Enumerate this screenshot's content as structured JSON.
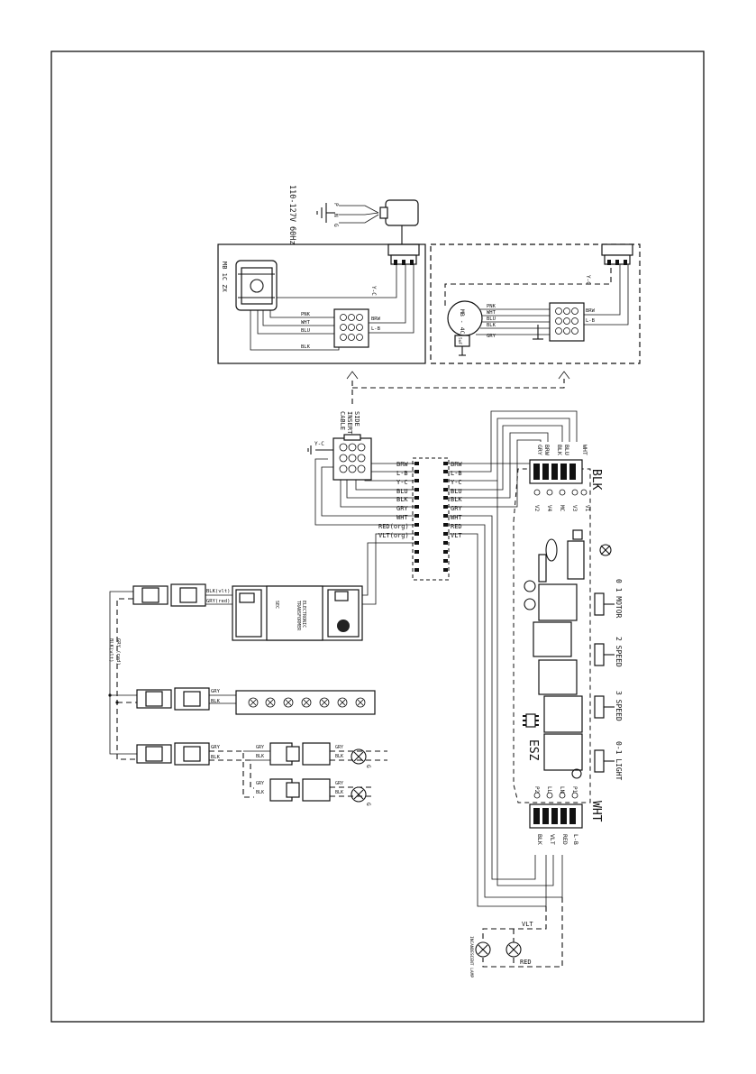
{
  "power": {
    "label": "110-127V 60Hz",
    "pins": [
      "P",
      "N",
      "G"
    ]
  },
  "motor_left": {
    "label": "MB 1C ZX"
  },
  "motor_right": {
    "label": "MB - 4C"
  },
  "left_wires": {
    "pnk": "PNK",
    "wht": "WHT",
    "blu": "BLU",
    "blk": "BLK",
    "brw": "BRW",
    "lb": "L-B",
    "yc": "Y-C"
  },
  "right_wires": {
    "pnk": "PNK",
    "wht": "WHT",
    "blu": "BLU",
    "blk": "BLK",
    "gry": "GRY",
    "brw": "BRW",
    "lb": "L-B",
    "yc": "Y-C",
    "cap": "5uF"
  },
  "connector": {
    "label1": "SIDE",
    "label2": "INSERT",
    "label3": "CABLE",
    "yc": "Y-C"
  },
  "terminal_left": [
    "BRW",
    "L-B",
    "Y-C",
    "BLU",
    "BLK",
    "GRY",
    "WHT",
    "RED(org)",
    "VLT(org)"
  ],
  "terminal_right": [
    "BRW",
    "L-B",
    "Y-C",
    "BLU",
    "BLK",
    "GRY",
    "WHT",
    "RED",
    "VLT"
  ],
  "blk_header": {
    "title": "BLK",
    "wires": [
      "WHT",
      "BLU",
      "BLK",
      "BRW",
      "GRY"
    ],
    "pins": [
      "V1",
      "V3",
      "MC",
      "V4",
      "V2"
    ]
  },
  "wht_header": {
    "title": "WHT",
    "wires": [
      "BLK",
      "VLT",
      "RED",
      "L-B"
    ],
    "pins": [
      "P2",
      "LL",
      "LN",
      "P1"
    ]
  },
  "board": {
    "label": "ESZ"
  },
  "switches": [
    "0 1 MOTOR",
    "2 SPEED",
    "3 SPEED",
    "0-1 LIGHT"
  ],
  "transformer": {
    "line1": "ELECTRONIC",
    "line2": "TRANSFORMER",
    "line3": "SEC",
    "out1": "BLK(vlt)",
    "out2": "GRY(red)"
  },
  "side_wires": {
    "gry_red": "GRY (red)",
    "blk_vlt": "BLK(vlt)"
  },
  "lamp_wires": {
    "gry": "GRY",
    "blk": "BLK"
  },
  "bulbs": [
    "G",
    "G"
  ],
  "bottom": {
    "vlt": "VLT",
    "red": "RED",
    "lamp": "INCANDESCENT LAMP"
  }
}
